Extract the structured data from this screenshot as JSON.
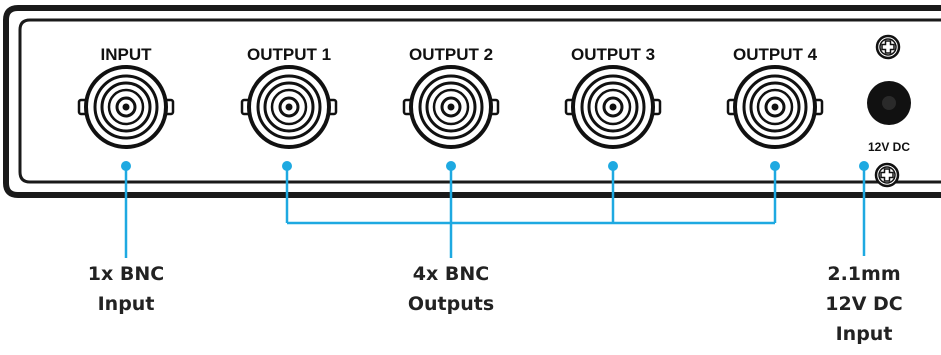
{
  "port_labels": [
    "INPUT",
    "OUTPUT  1",
    "OUTPUT  2",
    "OUTPUT  3",
    "OUTPUT  4"
  ],
  "power_label": "12V  DC",
  "callouts": {
    "input": [
      "1x BNC",
      "Input"
    ],
    "outputs": [
      "4x BNC",
      "Outputs"
    ],
    "power": [
      "2.1mm",
      "12V DC",
      "Input"
    ]
  },
  "colors": {
    "panel_stroke": "#1a1a1a",
    "connector": "#111111",
    "callout_line": "#1ea9e1"
  }
}
